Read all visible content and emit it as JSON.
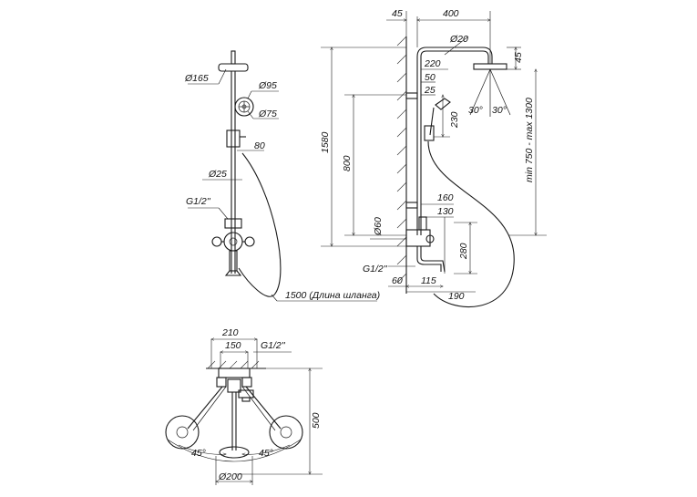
{
  "dimensions": {
    "d165": "Ø165",
    "d95": "Ø95",
    "d75": "Ø75",
    "l80": "80",
    "d25": "Ø25",
    "g12_left": "G1/2''",
    "hose": "1500 (Длина шланга)",
    "l45_top": "45",
    "l400": "400",
    "d20": "Ø20",
    "l45_head": "45",
    "l220": "220",
    "l50": "50",
    "l25": "25",
    "l230": "230",
    "a30_left": "30°",
    "a30_right": "30°",
    "l1580": "1580",
    "l800": "800",
    "range": "min 750 - max 1300",
    "l160": "160",
    "l130": "130",
    "d60": "Ø60",
    "l280": "280",
    "g12_side": "G1/2''",
    "l60": "60",
    "l115": "115",
    "l190": "190",
    "l210": "210",
    "l150": "150",
    "g12_bottom": "G1/2''",
    "l500": "500",
    "a45_left": "45°",
    "a45_right": "45°",
    "d200": "Ø200"
  }
}
